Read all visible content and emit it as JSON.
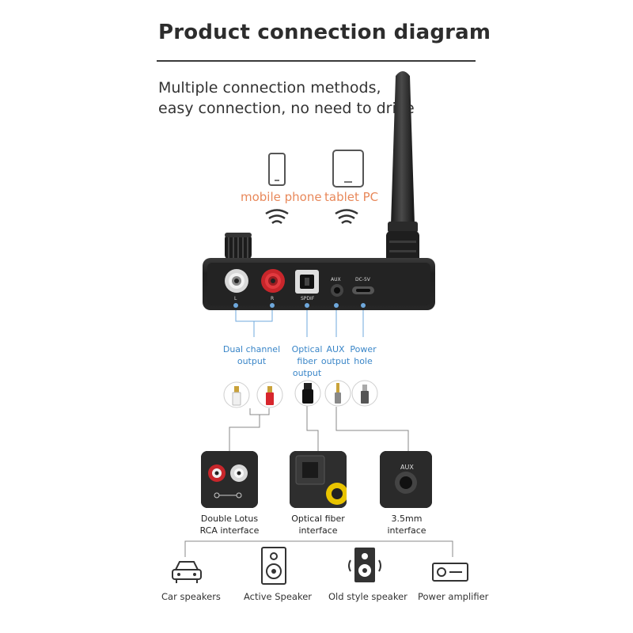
{
  "header": {
    "title": "Product connection diagram",
    "subtitle_line1": "Multiple connection methods,",
    "subtitle_line2": "easy connection, no need to drive"
  },
  "devices": [
    {
      "label": "mobile phone",
      "icon": "phone-icon"
    },
    {
      "label": "tablet PC",
      "icon": "tablet-icon"
    }
  ],
  "device_panel": {
    "port_L": "L",
    "port_R": "R",
    "port_spdif": "SPDIF",
    "port_aux": "AUX",
    "port_dc": "DC-5V"
  },
  "ports": [
    {
      "line1": "Dual channel",
      "line2": "output",
      "line3": ""
    },
    {
      "line1": "Optical",
      "line2": "fiber",
      "line3": "output"
    },
    {
      "line1": "AUX",
      "line2": "output",
      "line3": ""
    },
    {
      "line1": "Power",
      "line2": "hole",
      "line3": ""
    }
  ],
  "interfaces": [
    {
      "line1": "Double Lotus",
      "line2": "RCA interface"
    },
    {
      "line1": "Optical fiber",
      "line2": "interface"
    },
    {
      "line1": "3.5mm",
      "line2": "interface"
    }
  ],
  "interface_aux_text": "AUX",
  "outputs": [
    {
      "label": "Car speakers",
      "icon": "car-icon"
    },
    {
      "label": "Active Speaker",
      "icon": "speaker-icon"
    },
    {
      "label": "Old style speaker",
      "icon": "old-speaker-icon"
    },
    {
      "label": "Power amplifier",
      "icon": "amplifier-icon"
    }
  ],
  "colors": {
    "accent_orange": "#e8885a",
    "accent_blue": "#3a86c8",
    "device_body": "#2b2b2b",
    "rca_red": "#c8262b",
    "optical_yellow": "#e9c400"
  }
}
